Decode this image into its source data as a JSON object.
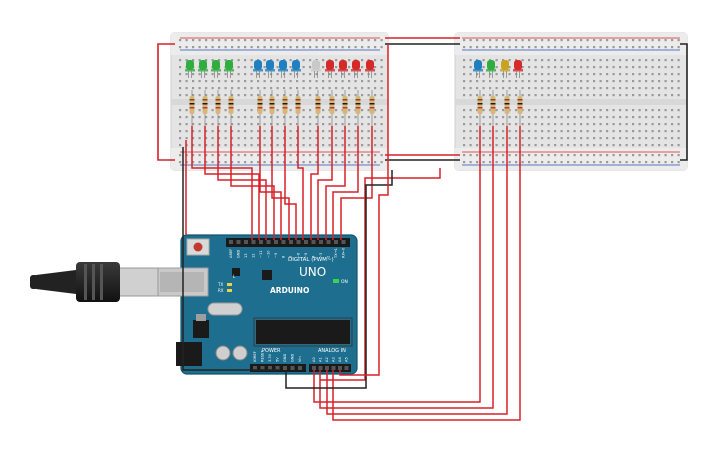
{
  "arduino": {
    "brand": "ARDUINO",
    "model": "UNO",
    "digital_label": "DIGITAL (PWM~)",
    "power_label": "POWER",
    "analog_label": "ANALOG IN",
    "on_label": "ON",
    "tx_label": "TX",
    "rx_label": "RX",
    "l_label": "L",
    "power_pins": [
      "IOREF",
      "RESET",
      "3.3V",
      "5V",
      "GND",
      "GND",
      "Vin"
    ],
    "analog_pins": [
      "A0",
      "A1",
      "A2",
      "A3",
      "A4",
      "A5"
    ],
    "digital_pins": [
      "AREF",
      "GND",
      "13",
      "12",
      "~11",
      "~10",
      "~9",
      "8",
      "7",
      "~6",
      "~5",
      "4",
      "~3",
      "2",
      "TX→1",
      "RX←0"
    ]
  },
  "left_breadboard": {
    "led_colors": [
      "green",
      "green",
      "green",
      "green",
      "blue",
      "blue",
      "blue",
      "blue",
      "white",
      "red",
      "red",
      "red",
      "red"
    ]
  },
  "right_breadboard": {
    "led_colors": [
      "blue",
      "green",
      "yellow",
      "red"
    ]
  },
  "colors": {
    "wire_red": "#d8202a",
    "wire_black": "#222222",
    "board_teal": "#1e6f8f",
    "breadboard": "#e6e6e6",
    "led_green": "#2fae3f",
    "led_blue": "#1f7fc0",
    "led_red": "#d42a2a",
    "led_white": "#c9c9c9",
    "led_yellow": "#c9a21f"
  }
}
